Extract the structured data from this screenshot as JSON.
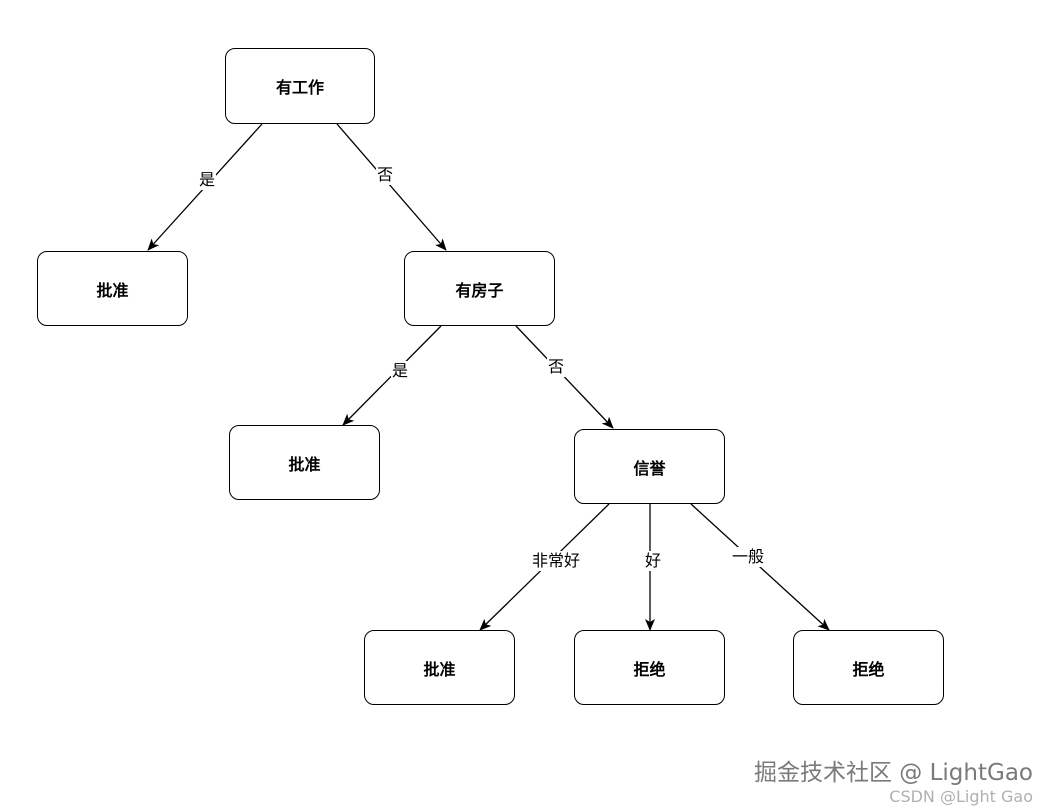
{
  "nodes": {
    "root": "有工作",
    "approve_1": "批准",
    "house": "有房子",
    "approve_2": "批准",
    "credit": "信誉",
    "approve_3": "批准",
    "reject_1": "拒绝",
    "reject_2": "拒绝"
  },
  "edges": {
    "root_yes": "是",
    "root_no": "否",
    "house_yes": "是",
    "house_no": "否",
    "credit_very_good": "非常好",
    "credit_good": "好",
    "credit_average": "一般"
  },
  "watermark": {
    "main": "掘金技术社区 @ LightGao",
    "sub": "CSDN @Light Gao"
  },
  "colors": {
    "stroke": "#000000",
    "background": "#ffffff",
    "watermark": "#7a7a7a"
  }
}
